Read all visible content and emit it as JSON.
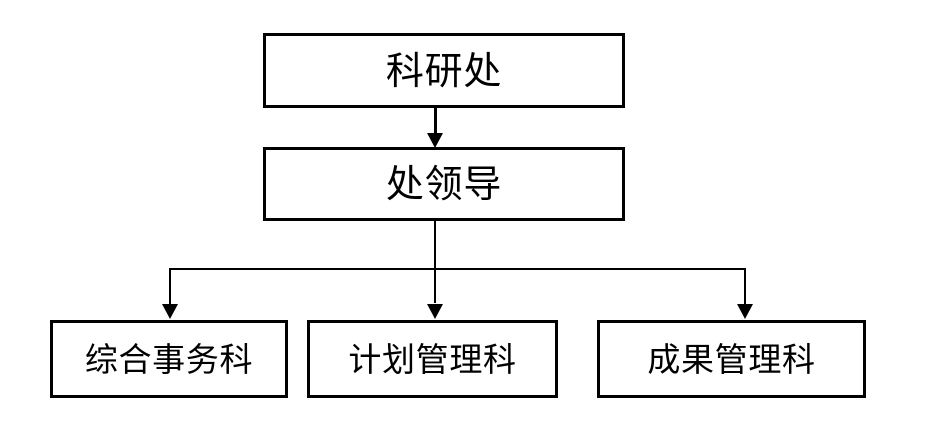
{
  "diagram": {
    "type": "organizational-chart",
    "orientation": "top-down",
    "background_color": "#ffffff",
    "line_color": "#000000",
    "text_color": "#000000",
    "levels": 3,
    "nodes": {
      "root": {
        "id": "root",
        "label": "科研处",
        "level": 1
      },
      "leader": {
        "id": "leader",
        "label": "处领导",
        "level": 2
      },
      "leaves": [
        {
          "id": "leaf-0",
          "label": "综合事务科",
          "level": 3
        },
        {
          "id": "leaf-1",
          "label": "计划管理科",
          "level": 3
        },
        {
          "id": "leaf-2",
          "label": "成果管理科",
          "level": 3
        }
      ]
    },
    "connectors": [
      {
        "id": "root-to-leader",
        "from": "root",
        "to": "leader",
        "style": "arrow-down"
      },
      {
        "id": "leader-to-leaf-0",
        "from": "leader",
        "to": "leaf-0",
        "style": "elbow-arrow-down"
      },
      {
        "id": "leader-to-leaf-1",
        "from": "leader",
        "to": "leaf-1",
        "style": "arrow-down"
      },
      {
        "id": "leader-to-leaf-2",
        "from": "leader",
        "to": "leaf-2",
        "style": "elbow-arrow-down"
      }
    ]
  }
}
